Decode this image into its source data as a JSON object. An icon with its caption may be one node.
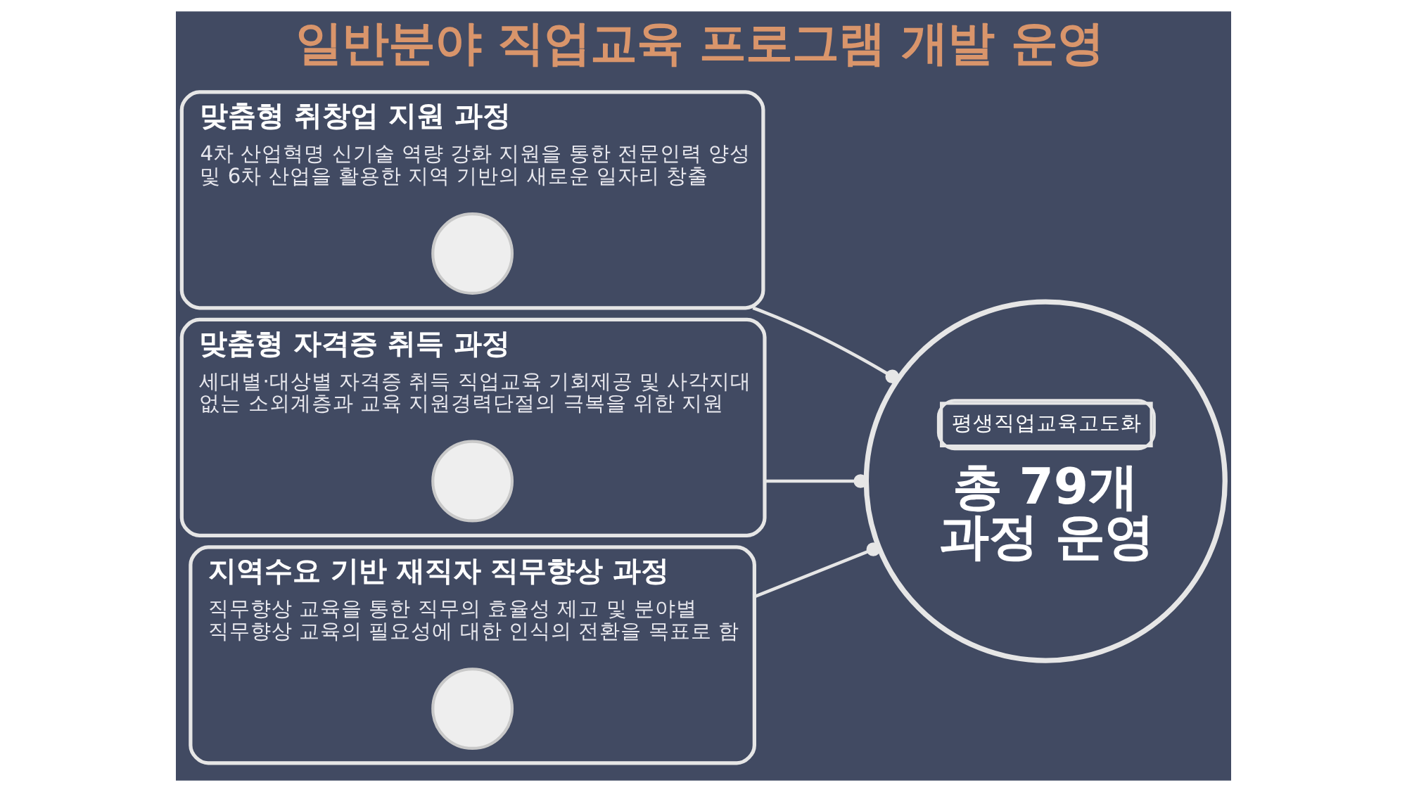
{
  "diagram": {
    "title": "일반분야 직업교육 프로그램 개발 운영",
    "nodes": [
      {
        "text": [
          "맞춤형 취창업 지원 과정",
          "4차 산업혁명 신기술 역량 강화 지원을 통한 전문인력 양성 및 6차 산업을 활용한 지역 기반의 새로운 일자리 창출"
        ]
      },
      {
        "text": [],
        "shape": "circle",
        "in": 0
      },
      {
        "text": [
          "맞춤형 자격증 취득 과정",
          "세대별·대상별 자격증 취득 직업교육 기회제공 및 사각지대 없는 소외계층과 교육 지원경력단절의 극복을 위한 지원"
        ]
      },
      {
        "text": [],
        "shape": "circle",
        "in": 2
      },
      {
        "text": [
          "지역수요 기반 재직자 직무향상 과정",
          "직무향상 교육을 통한 직무의 효율성 제고 및 분야별 직무향상 교육의 필요성에 대한 인식의 전환을 목표로 함"
        ]
      },
      {
        "text": [],
        "shape": "circle",
        "in": 4
      },
      {
        "text": [
          "평생직업교육고도화",
          "총 79개 과정 운영"
        ]
      }
    ],
    "edges": [
      {
        "from": 0,
        "to": 6,
        "arrow": "other"
      },
      {
        "from": 2,
        "to": 6,
        "arrow": "other"
      },
      {
        "from": 4,
        "to": 6,
        "arrow": "other"
      }
    ]
  }
}
